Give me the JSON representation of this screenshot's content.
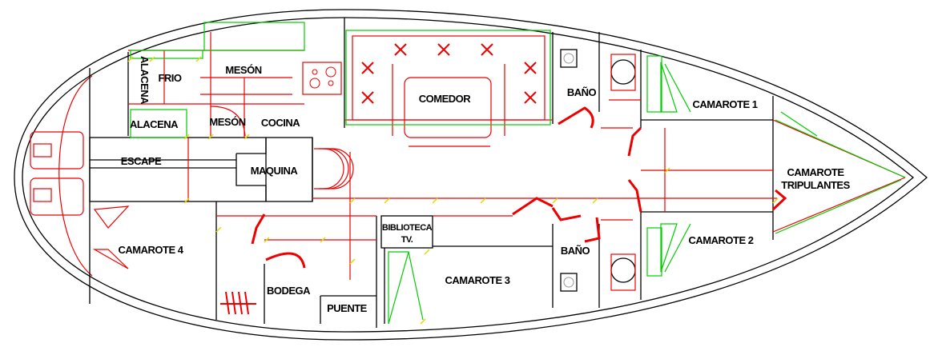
{
  "title": "Plano de distribución de cubierta",
  "rooms": {
    "alacena_vertical": "ALACENA",
    "frio": "FRIO",
    "meson_top": "MESÓN",
    "alacena": "ALACENA",
    "meson": "MESÓN",
    "cocina": "COCINA",
    "comedor": "COMEDOR",
    "bano_top": "BAÑO",
    "camarote1": "CAMAROTE 1",
    "tripulantes_1": "CAMAROTE",
    "tripulantes_2": "TRIPULANTES",
    "escape": "ESCAPE",
    "maquina": "MAQUINA",
    "camarote4": "CAMAROTE 4",
    "bodega": "BODEGA",
    "puente": "PUENTE",
    "biblioteca_1": "BIBLIOTECA",
    "biblioteca_2": "TV.",
    "camarote3": "CAMAROTE 3",
    "bano_bottom": "BAÑO",
    "camarote2": "CAMAROTE 2"
  },
  "colors": {
    "walls": "#000000",
    "axes": "#ee0000",
    "furniture": "#00cc00",
    "marks": "#dddd00"
  }
}
